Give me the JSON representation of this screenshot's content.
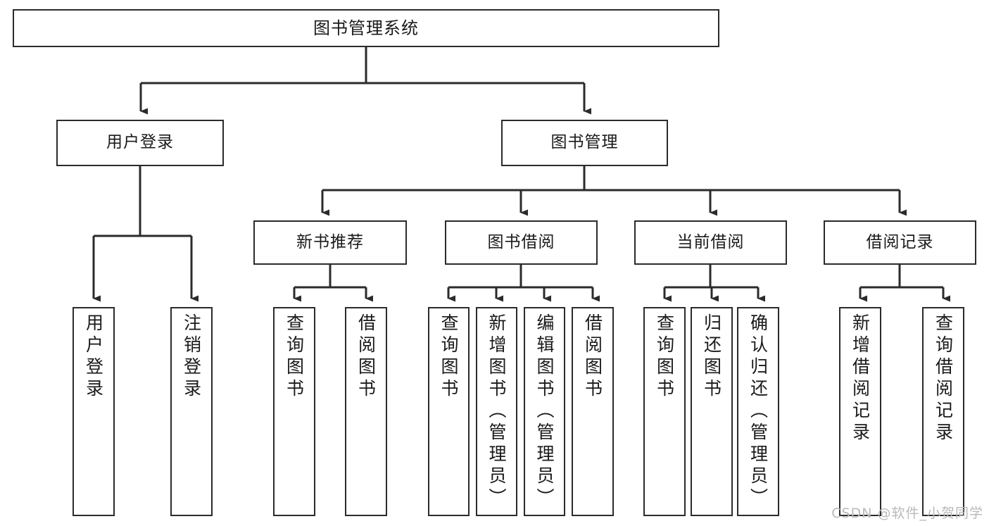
{
  "diagram": {
    "type": "tree-hierarchy-chart",
    "title": "图书管理系统",
    "colors": {
      "box_stroke": "#2b2b2b",
      "box_fill": "#ffffff",
      "connector": "#2b2b2b",
      "text": "#1a1a1a",
      "watermark": "#b9b9b9"
    },
    "watermark": "CSDN @软件_小贺同学",
    "nodes": {
      "root": {
        "label": "图书管理系统"
      },
      "level2": [
        {
          "label": "用户登录"
        },
        {
          "label": "图书管理"
        }
      ],
      "level3": [
        {
          "label": "新书推荐"
        },
        {
          "label": "图书借阅"
        },
        {
          "label": "当前借阅"
        },
        {
          "label": "借阅记录"
        }
      ],
      "leaves": {
        "user_login": [
          {
            "label": "用户登录"
          },
          {
            "label": "注销登录"
          }
        ],
        "new_book_recommend": [
          {
            "label": "查询图书"
          },
          {
            "label": "借阅图书"
          }
        ],
        "book_borrow": [
          {
            "label": "查询图书"
          },
          {
            "label": "新增图书（管理员）"
          },
          {
            "label": "编辑图书（管理员）"
          },
          {
            "label": "借阅图书"
          }
        ],
        "current_borrow": [
          {
            "label": "查询图书"
          },
          {
            "label": "归还图书"
          },
          {
            "label": "确认归还（管理员）"
          }
        ],
        "borrow_record": [
          {
            "label": "新增借阅记录"
          },
          {
            "label": "查询借阅记录"
          }
        ]
      }
    }
  }
}
